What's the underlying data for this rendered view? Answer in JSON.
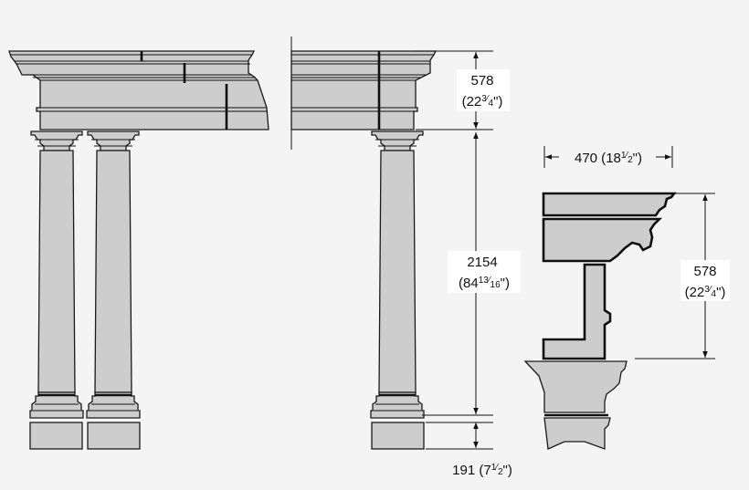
{
  "dimensions": {
    "entablature_height": {
      "mm": "578",
      "inch_whole": "22",
      "inch_num": "3",
      "inch_den": "4"
    },
    "column_height": {
      "mm": "2154",
      "inch_whole": "84",
      "inch_num": "13",
      "inch_den": "16"
    },
    "profile_depth": {
      "mm": "470",
      "inch_whole": "18",
      "inch_num": "1",
      "inch_den": "2"
    },
    "plinth_height": {
      "mm": "191",
      "inch_whole": "7",
      "inch_num": "1",
      "inch_den": "2"
    },
    "profile_height": {
      "mm": "578",
      "inch_whole": "22",
      "inch_num": "3",
      "inch_den": "4"
    }
  },
  "colors": {
    "fill": "#cdcdcd",
    "stroke": "#1a1a1a",
    "background": "#f4f4f4"
  }
}
